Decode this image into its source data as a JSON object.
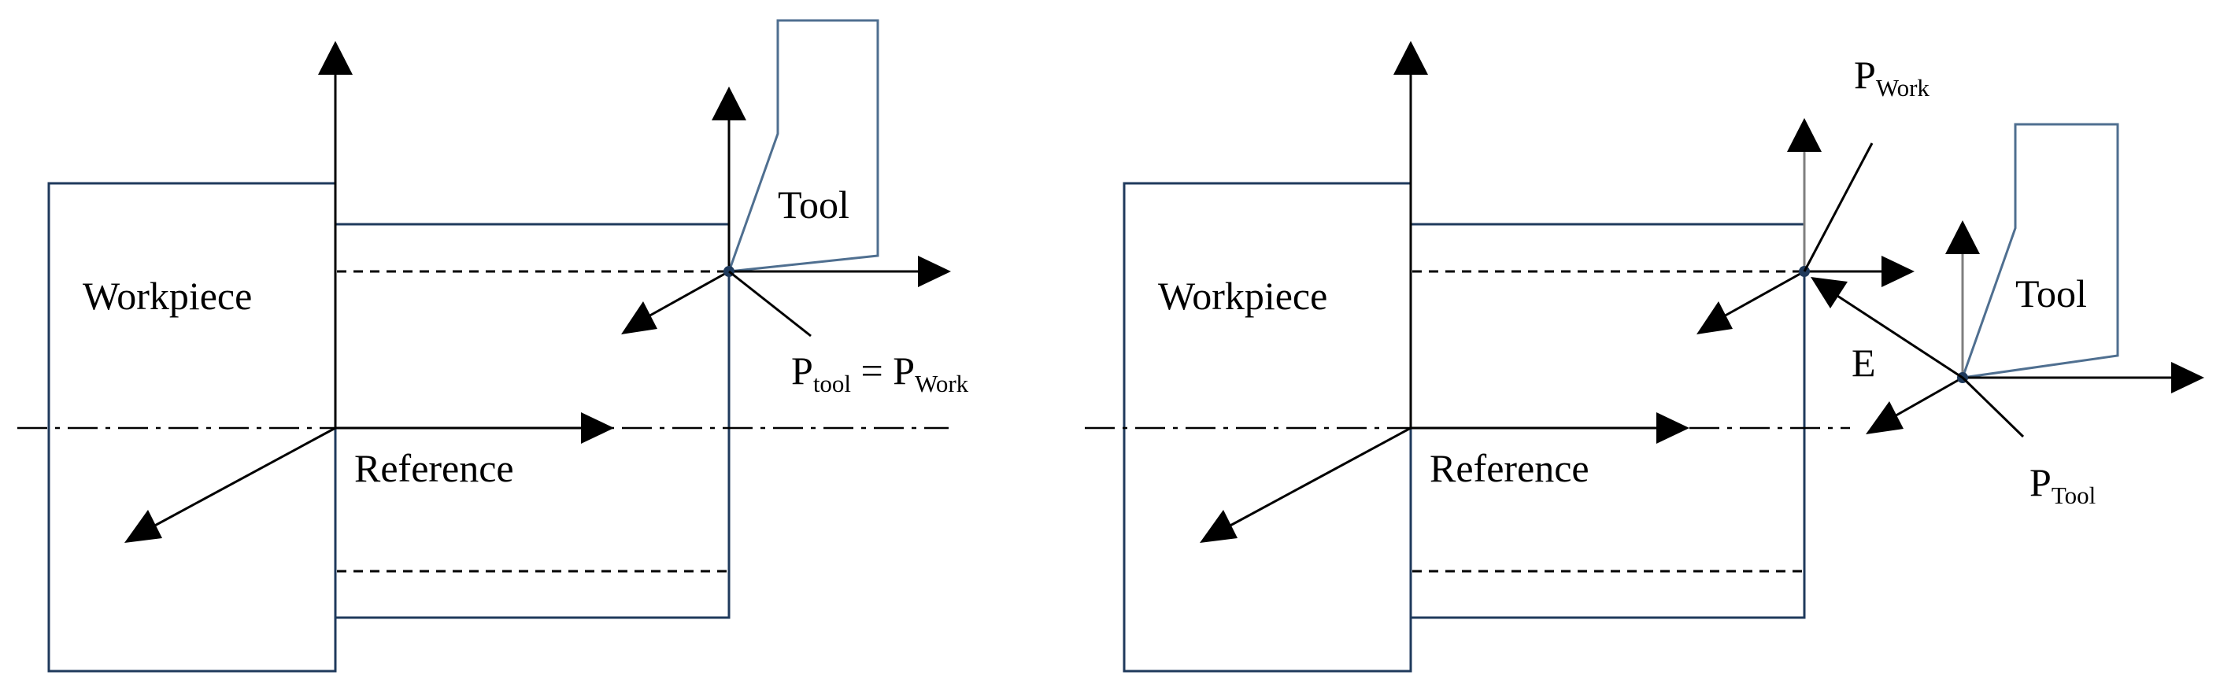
{
  "left_panel": {
    "workpiece_label": "Workpiece",
    "tool_label": "Tool",
    "reference_label": "Reference",
    "point_label": {
      "p1": "P",
      "p1_sub": "tool",
      "eq": " = ",
      "p2": "P",
      "p2_sub": "Work"
    }
  },
  "right_panel": {
    "workpiece_label": "Workpiece",
    "tool_label": "Tool",
    "reference_label": "Reference",
    "work_point_label": {
      "p": "P",
      "sub": "Work"
    },
    "tool_point_label": {
      "p": "P",
      "sub": "Tool"
    },
    "error_label": "E"
  }
}
